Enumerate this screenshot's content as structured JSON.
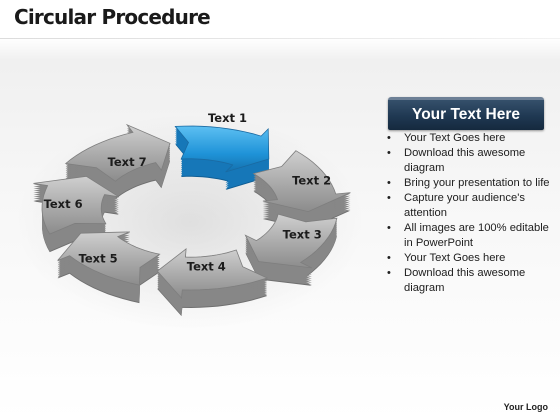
{
  "slide": {
    "title": "Circular Procedure",
    "logo": "Your Logo"
  },
  "diagram": {
    "colors": {
      "highlight": "#1f8fd3",
      "segment": "#a7a7a7"
    },
    "segments": [
      {
        "label": "Text 1",
        "highlighted": true
      },
      {
        "label": "Text 2",
        "highlighted": false
      },
      {
        "label": "Text 3",
        "highlighted": false
      },
      {
        "label": "Text 4",
        "highlighted": false
      },
      {
        "label": "Text 5",
        "highlighted": false
      },
      {
        "label": "Text 6",
        "highlighted": false
      },
      {
        "label": "Text 7",
        "highlighted": false
      }
    ]
  },
  "panel": {
    "heading": "Your Text Here",
    "bullets": [
      "Your Text Goes here",
      "Download this awesome diagram",
      "Bring your presentation to life",
      "Capture your audience's attention",
      "All images are 100% editable in PowerPoint",
      "Your Text Goes here",
      "Download this awesome diagram"
    ]
  }
}
